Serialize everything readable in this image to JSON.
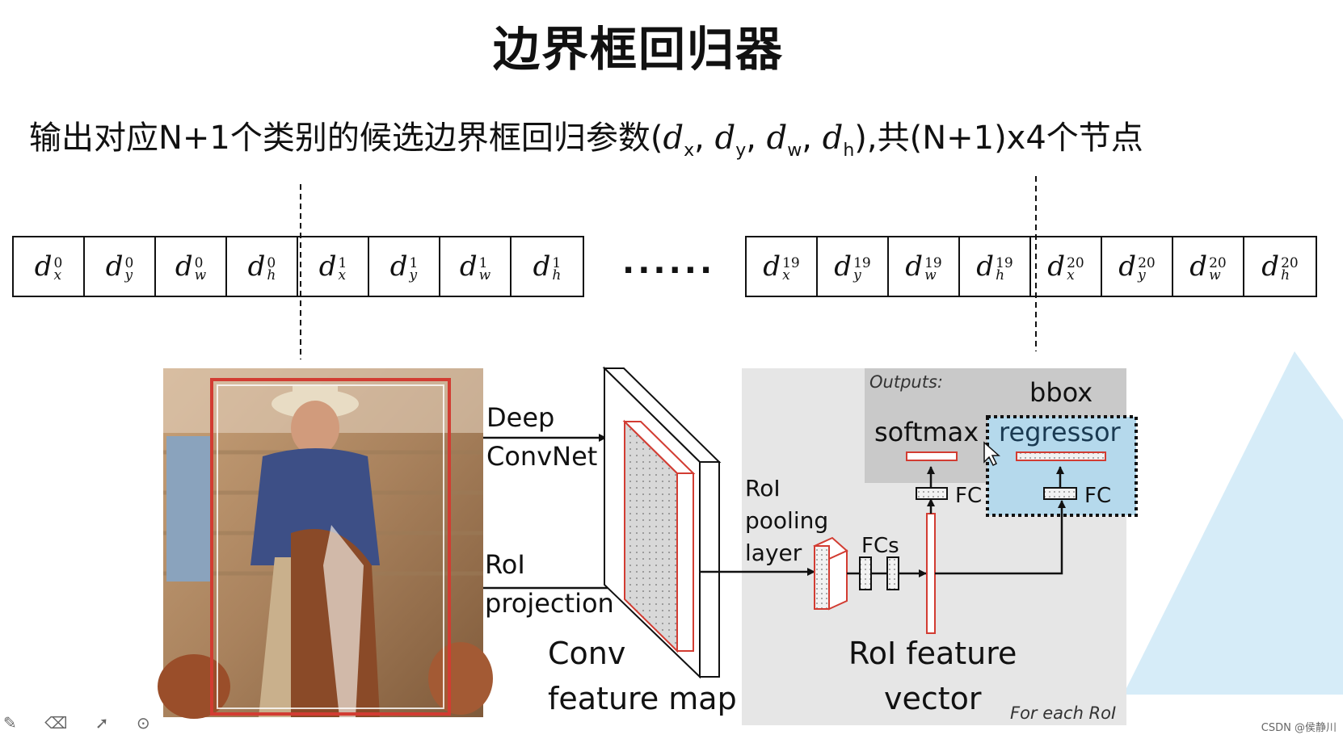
{
  "title": "边界框回归器",
  "subtitle": {
    "prefix": "输出对应N+1个类别的候选边界框回归参数(",
    "p1": "d",
    "s1": "x",
    "sep": ", ",
    "p2": "d",
    "s2": "y",
    "p3": "d",
    "s3": "w",
    "p4": "d",
    "s4": "h",
    "suffix": "),共(N+1)x4个节点"
  },
  "cells_left": [
    {
      "base": "d",
      "sup": "0",
      "sub": "x"
    },
    {
      "base": "d",
      "sup": "0",
      "sub": "y"
    },
    {
      "base": "d",
      "sup": "0",
      "sub": "w"
    },
    {
      "base": "d",
      "sup": "0",
      "sub": "h"
    },
    {
      "base": "d",
      "sup": "1",
      "sub": "x"
    },
    {
      "base": "d",
      "sup": "1",
      "sub": "y"
    },
    {
      "base": "d",
      "sup": "1",
      "sub": "w"
    },
    {
      "base": "d",
      "sup": "1",
      "sub": "h"
    }
  ],
  "ellipsis": "······",
  "cells_right": [
    {
      "base": "d",
      "sup": "19",
      "sub": "x"
    },
    {
      "base": "d",
      "sup": "19",
      "sub": "y"
    },
    {
      "base": "d",
      "sup": "19",
      "sub": "w"
    },
    {
      "base": "d",
      "sup": "19",
      "sub": "h"
    },
    {
      "base": "d",
      "sup": "20",
      "sub": "x"
    },
    {
      "base": "d",
      "sup": "20",
      "sub": "y"
    },
    {
      "base": "d",
      "sup": "20",
      "sub": "w"
    },
    {
      "base": "d",
      "sup": "20",
      "sub": "h"
    }
  ],
  "diagram": {
    "deep_convnet_1": "Deep",
    "deep_convnet_2": "ConvNet",
    "roi_projection_1": "RoI",
    "roi_projection_2": "projection",
    "conv_map_1": "Conv",
    "conv_map_2": "feature map",
    "roi_pool_1": "RoI",
    "roi_pool_2": "pooling",
    "roi_pool_3": "layer",
    "fcs": "FCs",
    "fc_left": "FC",
    "fc_right": "FC",
    "outputs": "Outputs:",
    "softmax": "softmax",
    "bbox": "bbox",
    "regressor": "regressor",
    "feature_vec_1": "RoI feature",
    "feature_vec_2": "vector",
    "for_each": "For each RoI"
  },
  "footer": "CSDN @侯静川",
  "colors": {
    "red": "#d23c32",
    "panel": "#e6e6e6",
    "outputs_panel": "#c9c9c9",
    "regressor_bg": "#b5d9ec",
    "regressor_text": "#1a3a52"
  }
}
